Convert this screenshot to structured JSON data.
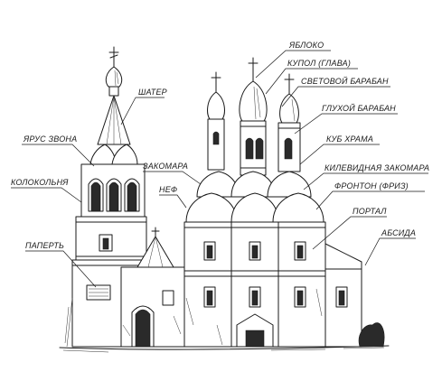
{
  "labels": {
    "apple": "ЯБЛОКО",
    "dome": "КУПОЛ (ГЛАВА)",
    "light_drum": "СВЕТОВОЙ БАРАБАН",
    "blind_drum": "ГЛУХОЙ БАРАБАН",
    "tent": "ШАТЕР",
    "bell_tier": "ЯРУС ЗВОНА",
    "zakomara": "ЗАКОМАРА",
    "temple_cube": "КУБ ХРАМА",
    "keeled_zakomara": "КИЛЕВИДНАЯ ЗАКОМАРА",
    "belfry": "КОЛОКОЛЬНЯ",
    "nave": "НЕФ",
    "pediment": "ФРОНТОН (ФРИЗ)",
    "portal": "ПОРТАЛ",
    "apse": "АБСИДА",
    "porch": "ПАПЕРТЬ"
  }
}
